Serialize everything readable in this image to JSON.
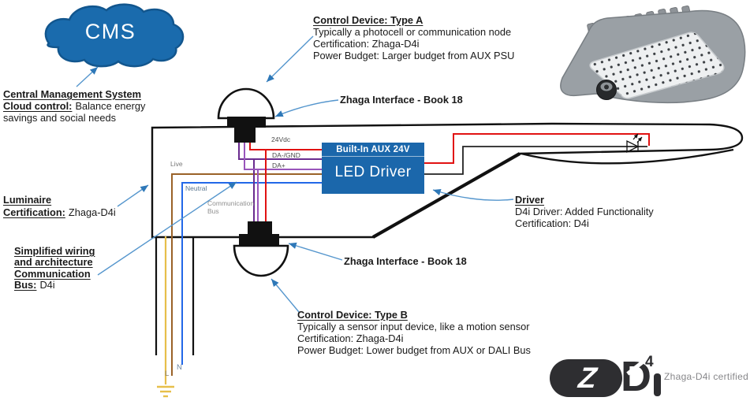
{
  "colors": {
    "cloud_blue": "#1a6bad",
    "cloud_border": "#12568e",
    "driver_blue": "#1b67ab",
    "arrow_blue": "#5596cd",
    "arrowhead_blue": "#2e78b8",
    "wire_red": "#e11212",
    "wire_purple_dark": "#6a2c8f",
    "wire_purple": "#9955bb",
    "wire_brown": "#9a6228",
    "wire_blue": "#2268e8",
    "wire_yellow": "#e7bf4a",
    "outline_black": "#111111",
    "logo_dark": "#2e2e31"
  },
  "cloud": {
    "label": "CMS"
  },
  "notes": {
    "cms": {
      "heading": "Central Management System",
      "lead": "Cloud control:",
      "lead_rest": "Balance energy",
      "line2": "savings and social needs"
    },
    "type_a": {
      "heading": "Control Device: Type A",
      "line1": "Typically a photocell or communication node",
      "line2": "Certification: Zhaga-D4i",
      "line3": "Power Budget: Larger budget from AUX PSU"
    },
    "zhaga_top": {
      "label": "Zhaga Interface - Book 18"
    },
    "luminaire": {
      "heading_line1": "Luminaire",
      "heading_line2": "Certification:",
      "value": "Zhaga-D4i"
    },
    "simplified": {
      "line1": "Simplified wiring",
      "line2": "and architecture",
      "line3": "Communication",
      "line4": "Bus:",
      "value": "D4i"
    },
    "driver": {
      "heading": "Driver",
      "line1": "D4i Driver: Added Functionality",
      "line2": "Certification: D4i"
    },
    "zhaga_bottom": {
      "label": "Zhaga Interface - Book 18"
    },
    "type_b": {
      "heading": "Control Device: Type B",
      "line1": "Typically a sensor input device, like a motion sensor",
      "line2": "Certification: Zhaga-D4i",
      "line3": "Power Budget: Lower budget from AUX or DALI Bus"
    }
  },
  "driver_box": {
    "header": "Built-In AUX 24V",
    "name": "LED Driver"
  },
  "wire_labels": {
    "v24": "24Vdc",
    "da_gnd": "DA-/GND",
    "da_plus": "DA+",
    "live": "Live",
    "neutral": "Neutral",
    "comm_line1": "Communication",
    "comm_line2": "Bus",
    "l": "L",
    "n": "N"
  },
  "logo": {
    "z": "Z",
    "d": "D",
    "four": "4",
    "certified": "Zhaga-D4i certified"
  }
}
